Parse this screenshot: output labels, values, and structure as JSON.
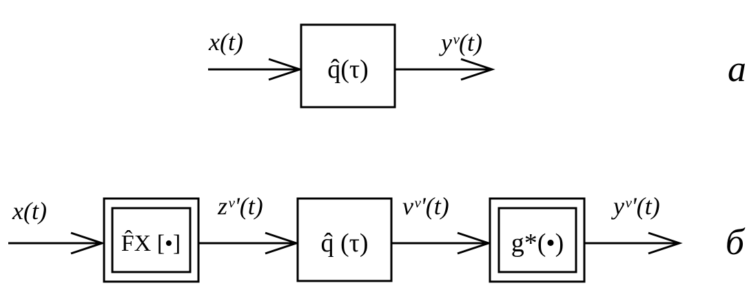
{
  "diagram_a": {
    "tag": "a",
    "input": "x(t)",
    "block": "q̂(τ)",
    "output": "yᵛ(t)"
  },
  "diagram_b": {
    "tag": "б",
    "input": "x(t)",
    "block1": "F̂X [•]",
    "signal1": "zᵛʹ(t)",
    "block2": "q̂ (τ)",
    "signal2": "vᵛʹ(t)",
    "block3": "g*(•)",
    "output": "yᵛʹ(t)"
  }
}
